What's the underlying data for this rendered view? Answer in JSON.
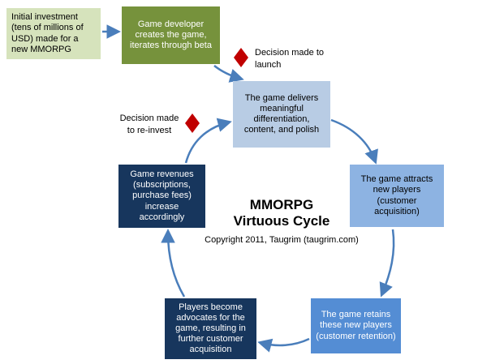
{
  "diagram": {
    "title": {
      "line1": "MMORPG",
      "line2": "Virtuous Cycle"
    },
    "copyright": "Copyright 2011, Taugrim (taugrim.com)",
    "nodes": [
      {
        "id": "initial-investment",
        "text": "Initial investment (tens of millions of USD) made for a new MMORPG",
        "fill": "#d6e3bc",
        "text_color": "#000000"
      },
      {
        "id": "game-developer",
        "text": "Game developer creates the game, iterates through beta",
        "fill": "#76923c",
        "text_color": "#ffffff"
      },
      {
        "id": "game-delivers",
        "text": "The game delivers meaningful differentiation, content, and polish",
        "fill": "#b8cce4",
        "text_color": "#000000"
      },
      {
        "id": "game-attracts",
        "text": "The game attracts new players (customer acquisition)",
        "fill": "#8db3e2",
        "text_color": "#000000"
      },
      {
        "id": "game-retains",
        "text": "The game retains these new players (customer retention)",
        "fill": "#548dd4",
        "text_color": "#ffffff"
      },
      {
        "id": "players-advocates",
        "text": "Players become advocates for the game, resulting in further customer acquisition",
        "fill": "#17365d",
        "text_color": "#ffffff"
      },
      {
        "id": "game-revenues",
        "text": "Game revenues (subscriptions, purchase fees) increase accordingly",
        "fill": "#17365d",
        "text_color": "#ffffff"
      }
    ],
    "decisions": [
      {
        "id": "launch",
        "text": "Decision made to launch",
        "diamond_color": "#c00000"
      },
      {
        "id": "reinvest",
        "text": "Decision made to re-invest",
        "diamond_color": "#c00000"
      }
    ],
    "arrow_color": "#4a7ebb"
  }
}
